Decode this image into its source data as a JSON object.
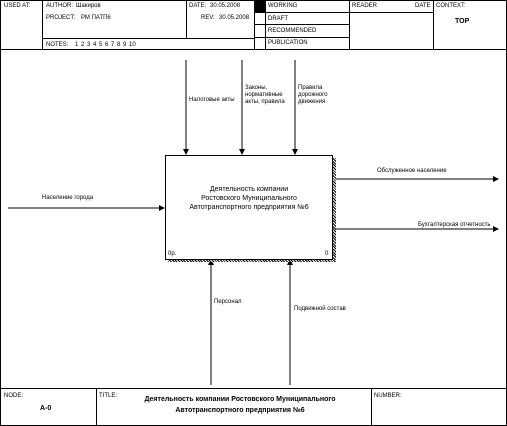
{
  "header": {
    "used_at": "USED AT:",
    "author_label": "AUTHOR:",
    "author": "Шакиров",
    "project_label": "PROJECT:",
    "project": "РМ ПАТП6",
    "date_label": "DATE:",
    "date": "30.05.2008",
    "rev_label": "REV:",
    "rev": "30.05.2008",
    "notes_label": "NOTES:",
    "notes": "1 2 3 4 5 6 7 8 9 10",
    "status": [
      "WORKING",
      "DRAFT",
      "RECOMMENDED",
      "PUBLICATION"
    ],
    "reader_label": "READER",
    "reader_date_label": "DATE",
    "context_label": "CONTEXT:",
    "context": "TOP"
  },
  "diagram": {
    "activity": {
      "line1": "Деятельность компании",
      "line2": "Ростовского Муниципального",
      "line3": "Автотранспортного предприятия №6",
      "number": "0р.",
      "corner": "0"
    },
    "controls": [
      {
        "label": "Налоговые акты"
      },
      {
        "label": "Законы, нормативные акты, правила"
      },
      {
        "label": "Правила дорожного движения"
      }
    ],
    "inputs": [
      {
        "label": "Население города"
      }
    ],
    "outputs": [
      {
        "label": "Обслуженное население"
      },
      {
        "label": "Бухгалтерская отчетность"
      }
    ],
    "mechanisms": [
      {
        "label": "Персонал"
      },
      {
        "label": "Подвижной состав"
      }
    ]
  },
  "footer": {
    "node_label": "NODE:",
    "node": "A-0",
    "title_label": "TITLE:",
    "title_line1": "Деятельность компании  Ростовского Муниципального",
    "title_line2": "Автотранспортного предприятия №6",
    "number_label": "NUMBER:"
  }
}
